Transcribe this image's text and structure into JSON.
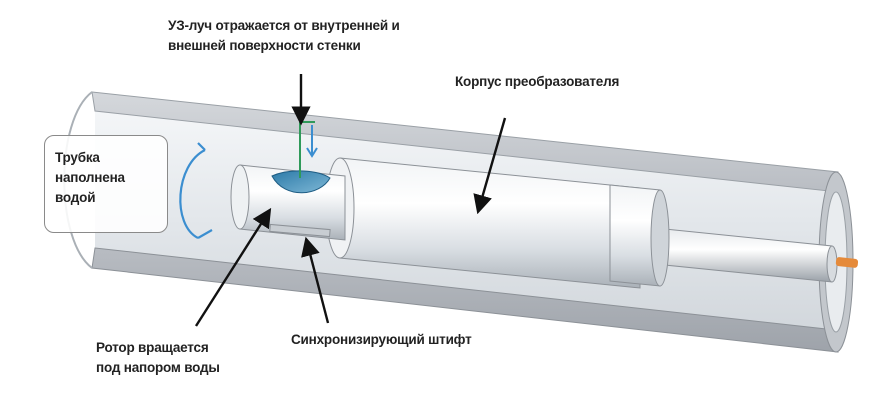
{
  "labels": {
    "beam": [
      "УЗ-луч отражается от внутренней и",
      "внешней поверхности стенки"
    ],
    "housing": "Корпус преобразователя",
    "water_tube": [
      "Трубка",
      "наполнена",
      "водой"
    ],
    "rotor": [
      "Ротор вращается",
      "под напором воды"
    ],
    "sync_pin": "Синхронизирующий штифт"
  },
  "colors": {
    "tube_wall": "#c9ccd1",
    "tube_inner": "#e9ecef",
    "metal": "#dfe4e9",
    "rotation_arrow": "#3b8ed0",
    "beam_arrow": "#2f9a5a",
    "cable_tip": "#e58a3a",
    "pointer": "#111111"
  },
  "icons": [
    "rotation-arrow-icon",
    "ultrasound-beam-icon"
  ]
}
